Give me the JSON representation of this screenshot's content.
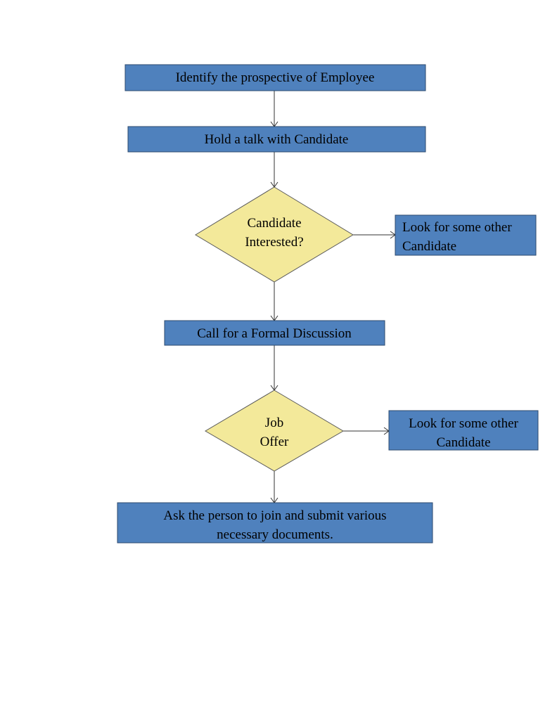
{
  "flowchart": {
    "nodes": {
      "identify": {
        "text": "Identify the prospective of Employee"
      },
      "talk": {
        "text": "Hold a talk with Candidate"
      },
      "interested": {
        "line1": "Candidate",
        "line2": "Interested?"
      },
      "look_other_1": {
        "line1": "Look for some other",
        "line2": "Candidate"
      },
      "formal": {
        "text": "Call for a Formal Discussion"
      },
      "job_offer": {
        "line1": "Job",
        "line2": "Offer"
      },
      "look_other_2": {
        "line1": "Look for some other",
        "line2": "Candidate"
      },
      "join": {
        "line1": "Ask the person to join and submit various",
        "line2": "necessary documents."
      }
    },
    "colors": {
      "process_fill": "#4f81bd",
      "decision_fill": "#f3e99a"
    }
  }
}
